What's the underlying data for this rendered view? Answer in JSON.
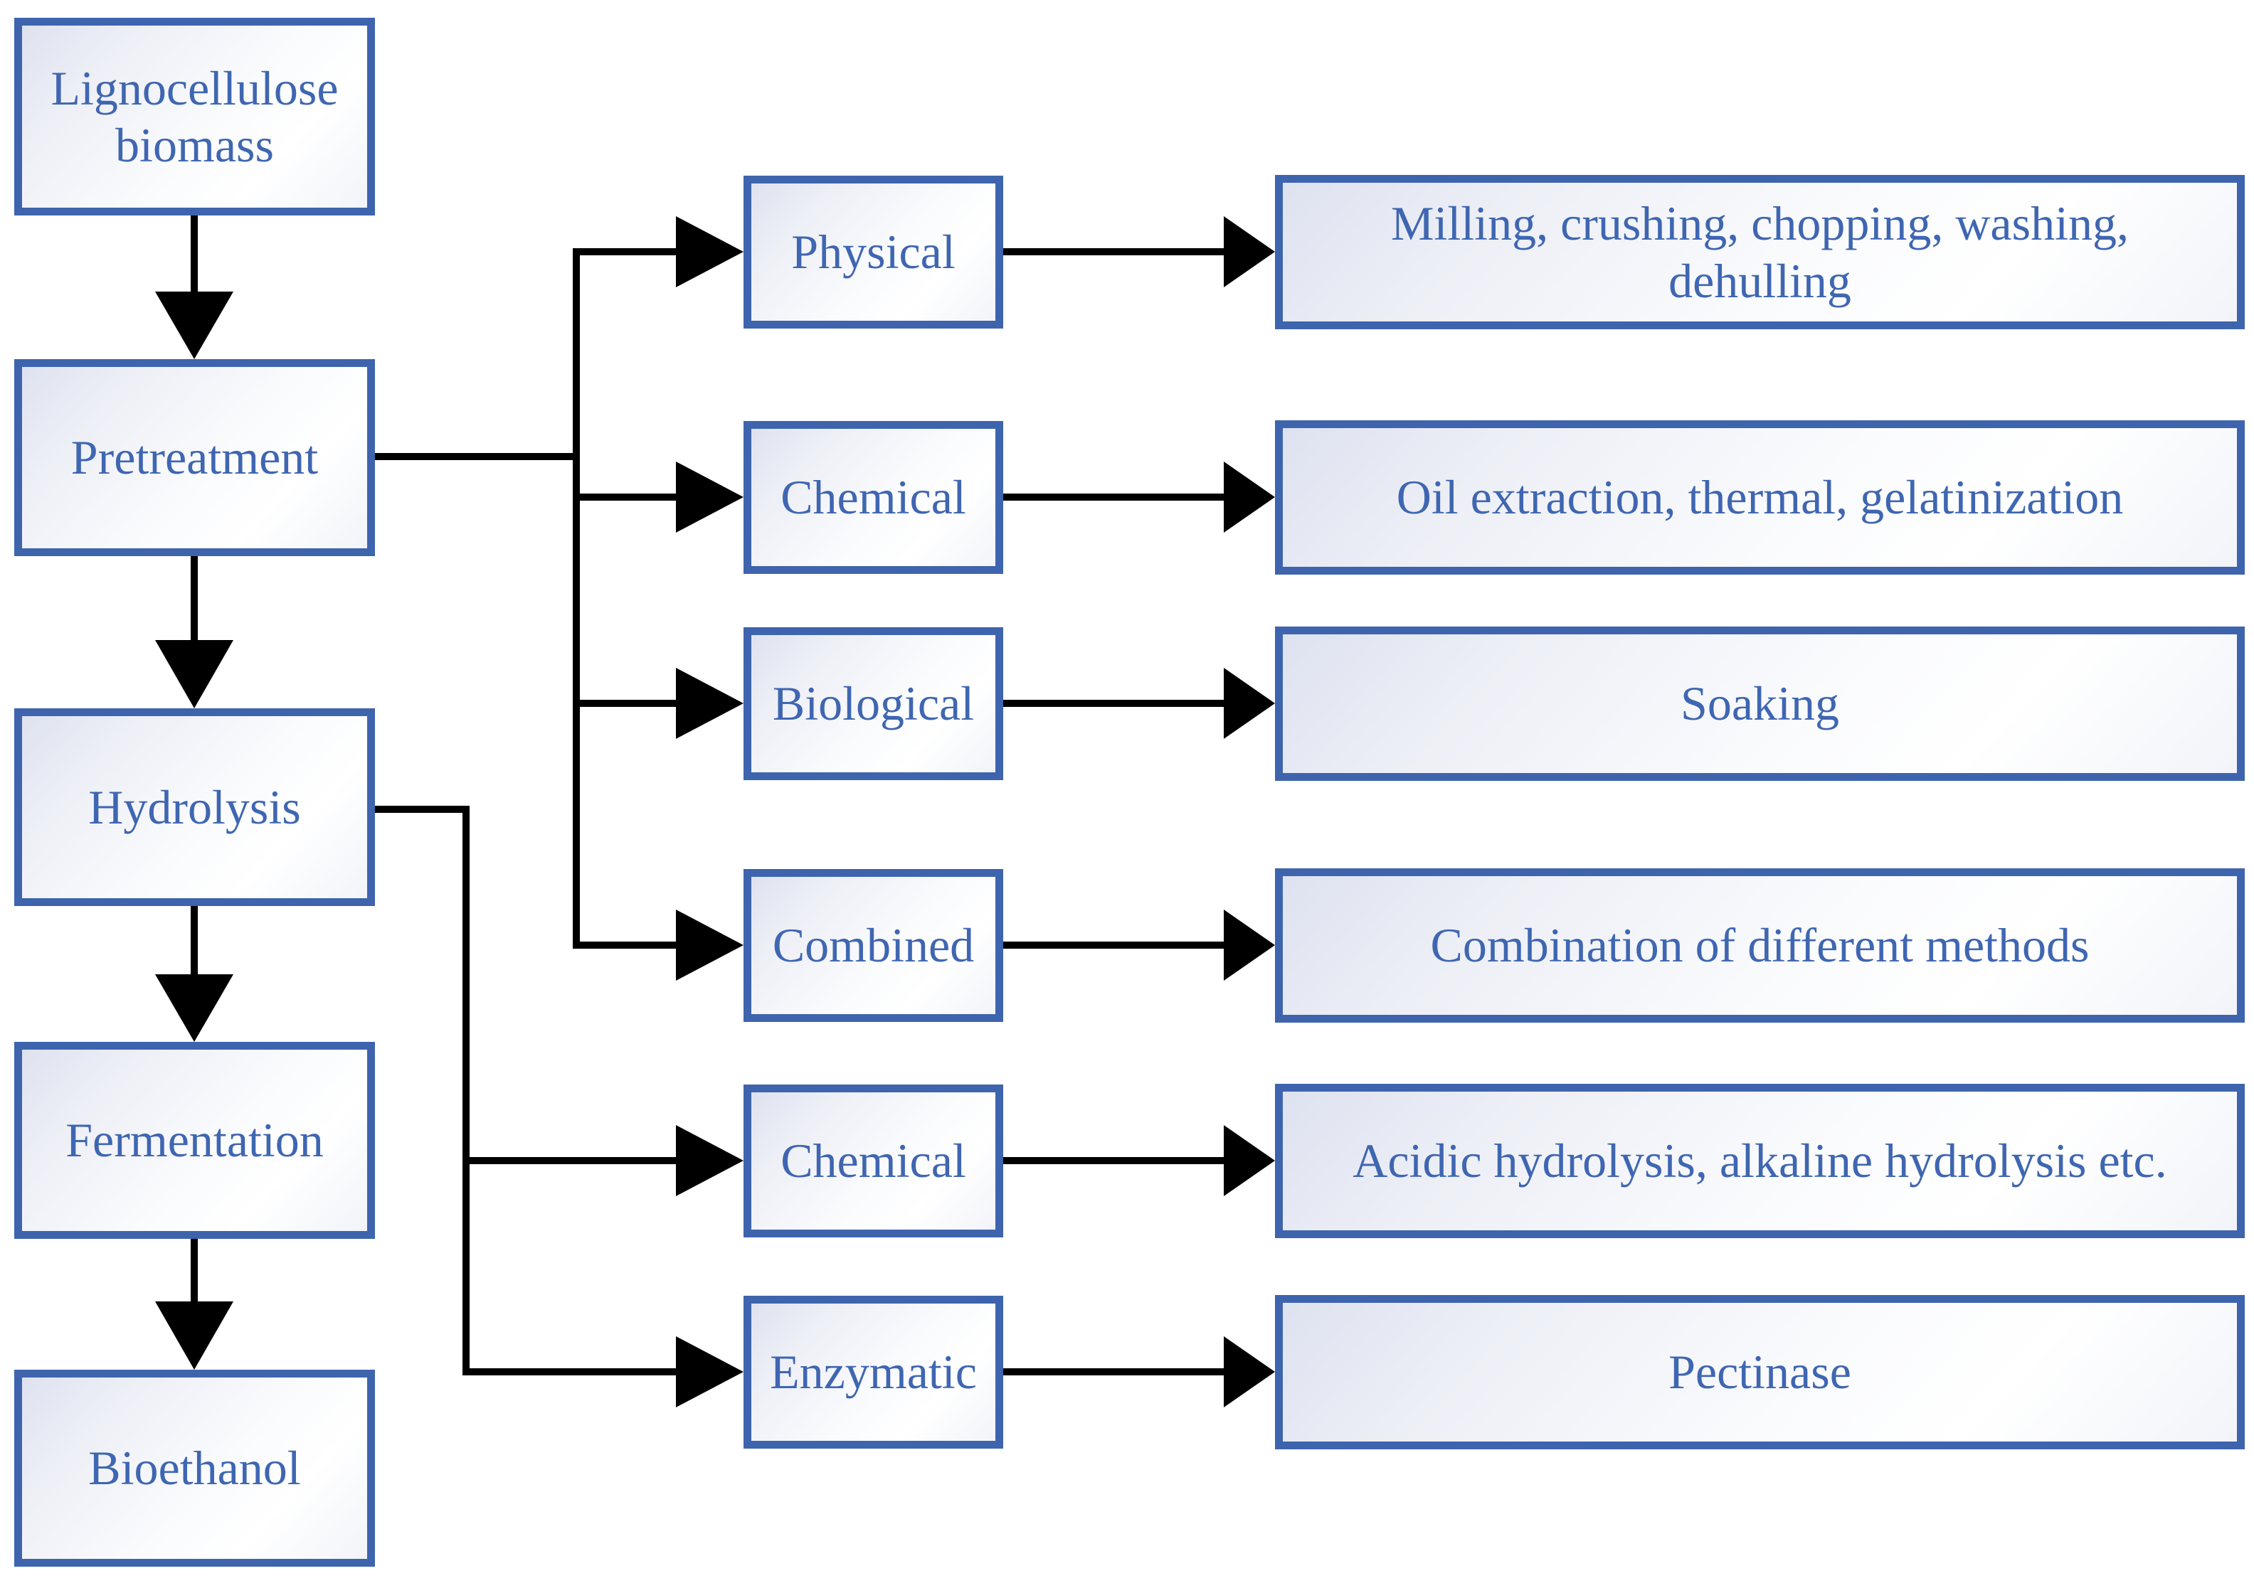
{
  "diagram": {
    "type": "flowchart",
    "background": "#ffffff",
    "colors": {
      "box_border": "#3E64AE",
      "box_text": "#3F66B1",
      "box_fill_tint": "#DEE2F0",
      "connector": "#000000"
    },
    "process_steps": [
      {
        "label": "Lignocellulose biomass"
      },
      {
        "label": "Pretreatment"
      },
      {
        "label": "Hydrolysis"
      },
      {
        "label": "Fermentation"
      },
      {
        "label": "Bioethanol"
      }
    ],
    "branches": [
      {
        "source": "Pretreatment",
        "category": "Physical",
        "methods": "Milling, crushing, chopping, washing, dehulling"
      },
      {
        "source": "Pretreatment",
        "category": "Chemical",
        "methods": "Oil extraction, thermal, gelatinization"
      },
      {
        "source": "Pretreatment",
        "category": "Biological",
        "methods": "Soaking"
      },
      {
        "source": "Pretreatment",
        "category": "Combined",
        "methods": "Combination of different methods"
      },
      {
        "source": "Hydrolysis",
        "category": "Chemical",
        "methods": "Acidic hydrolysis, alkaline hydrolysis etc."
      },
      {
        "source": "Hydrolysis",
        "category": "Enzymatic",
        "methods": "Pectinase"
      }
    ]
  }
}
